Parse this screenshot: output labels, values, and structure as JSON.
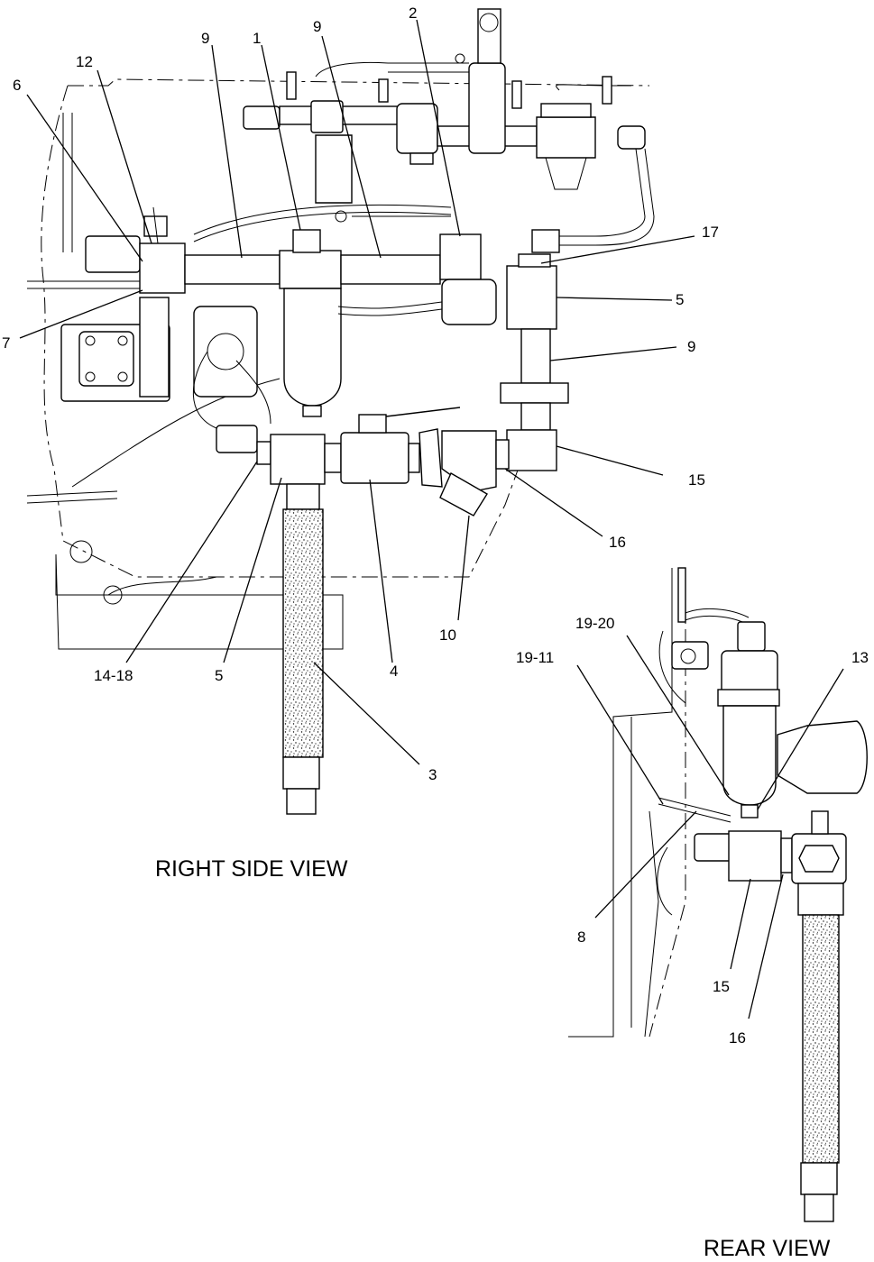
{
  "views": {
    "right_side": {
      "title": "RIGHT SIDE VIEW"
    },
    "rear": {
      "title": "REAR VIEW"
    }
  },
  "callouts": [
    {
      "id": "c-2",
      "label": "2"
    },
    {
      "id": "c-9a",
      "label": "9"
    },
    {
      "id": "c-1",
      "label": "1"
    },
    {
      "id": "c-9b",
      "label": "9"
    },
    {
      "id": "c-12",
      "label": "12"
    },
    {
      "id": "c-6",
      "label": "6"
    },
    {
      "id": "c-17",
      "label": "17"
    },
    {
      "id": "c-5a",
      "label": "5"
    },
    {
      "id": "c-9c",
      "label": "9"
    },
    {
      "id": "c-7",
      "label": "7"
    },
    {
      "id": "c-15a",
      "label": "15"
    },
    {
      "id": "c-16a",
      "label": "16"
    },
    {
      "id": "c-10",
      "label": "10"
    },
    {
      "id": "c-14-18",
      "label": "14-18"
    },
    {
      "id": "c-5b",
      "label": "5"
    },
    {
      "id": "c-4",
      "label": "4"
    },
    {
      "id": "c-3",
      "label": "3"
    },
    {
      "id": "c-19-20",
      "label": "19-20"
    },
    {
      "id": "c-19-11",
      "label": "19-11"
    },
    {
      "id": "c-13",
      "label": "13"
    },
    {
      "id": "c-8",
      "label": "8"
    },
    {
      "id": "c-15b",
      "label": "15"
    },
    {
      "id": "c-16b",
      "label": "16"
    }
  ],
  "icons": [
    "hose-pattern",
    "strainer-icon",
    "ball-valve-icon",
    "filter-bowl-icon"
  ]
}
